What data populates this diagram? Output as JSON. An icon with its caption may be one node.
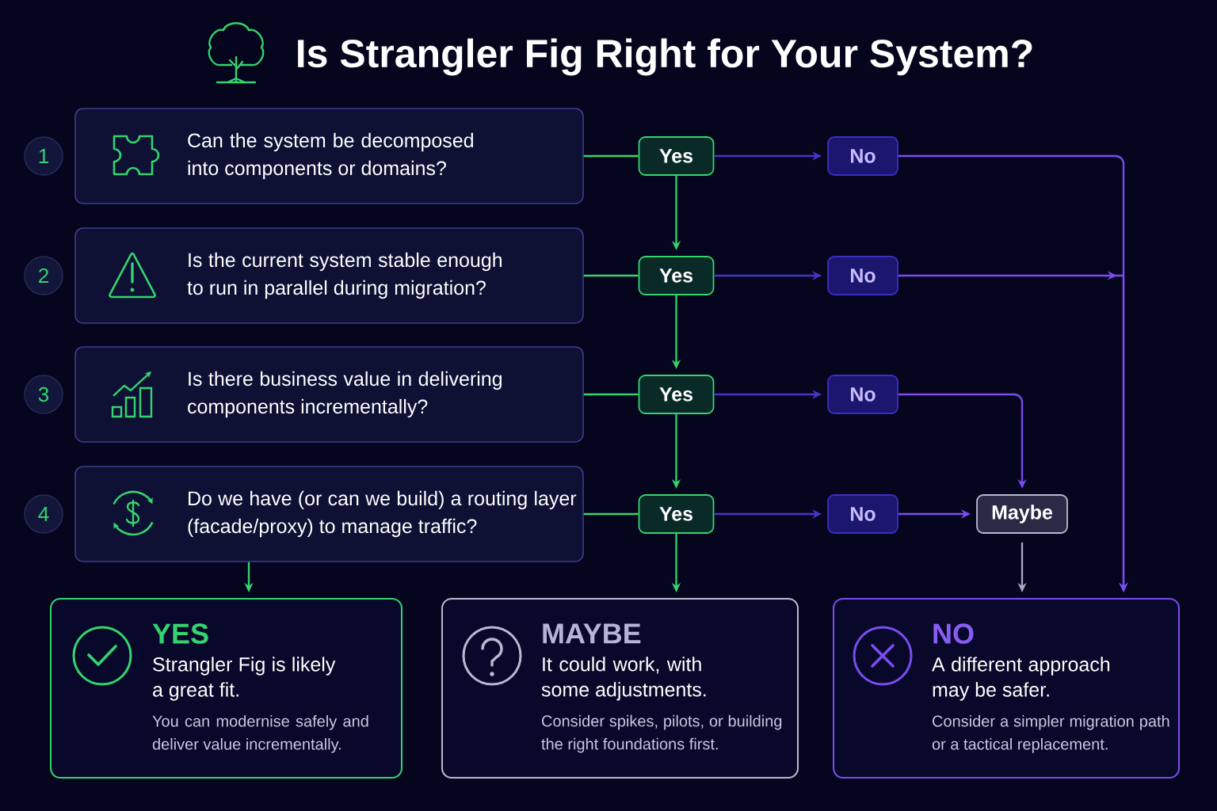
{
  "diagram": {
    "title": "Is Strangler Fig Right for Your System?",
    "nodes": [
      {
        "text": [
          "1"
        ]
      },
      {
        "text": [
          "Can the system be decomposed into components or domains?"
        ]
      },
      {
        "text": [
          "Yes"
        ]
      },
      {
        "text": [
          "No"
        ]
      },
      {
        "text": [
          "2"
        ]
      },
      {
        "text": [
          "Is the current system stable enough to run in parallel during migration?"
        ]
      },
      {
        "text": [
          "Yes"
        ]
      },
      {
        "text": [
          "No"
        ]
      },
      {
        "text": [
          "3"
        ]
      },
      {
        "text": [
          "Is there business value in delivering components incrementally?"
        ]
      },
      {
        "text": [
          "Yes"
        ]
      },
      {
        "text": [
          "No"
        ]
      },
      {
        "text": [
          "4"
        ]
      },
      {
        "text": [
          "Do we have (or can we build) a routing layer (facade/proxy) to manage traffic?"
        ]
      },
      {
        "text": [
          "Yes"
        ]
      },
      {
        "text": [
          "No"
        ]
      },
      {
        "text": [
          "Maybe"
        ]
      },
      {
        "text": [
          "YES",
          "Strangler Fig is likely a great fit.",
          "You can modernise safely and deliver value incrementally."
        ]
      },
      {
        "text": [
          "MAYBE",
          "It could work, with some adjustments.",
          "Consider spikes, pilots, or building the right foundations first."
        ]
      },
      {
        "text": [
          "NO",
          "A different approach may be safer.",
          "Consider a simpler migration path or a tactical replacement."
        ]
      }
    ],
    "edges": [
      {
        "from": 1,
        "to": 2,
        "arrow": "none"
      },
      {
        "from": 2,
        "to": 3,
        "arrow": "to",
        "color": "#4536c9"
      },
      {
        "from": 3,
        "to": 19,
        "arrow": "to",
        "color": "#7b4cf0"
      },
      {
        "from": 2,
        "to": 6,
        "arrow": "to"
      },
      {
        "from": 5,
        "to": 6,
        "arrow": "none"
      },
      {
        "from": 6,
        "to": 7,
        "arrow": "to",
        "color": "#4536c9"
      },
      {
        "from": 7,
        "to": 19,
        "arrow": "to",
        "color": "#7b4cf0"
      },
      {
        "from": 6,
        "to": 10,
        "arrow": "to"
      },
      {
        "from": 9,
        "to": 10,
        "arrow": "none"
      },
      {
        "from": 10,
        "to": 11,
        "arrow": "to",
        "color": "#4536c9"
      },
      {
        "from": 11,
        "to": 16,
        "arrow": "to",
        "color": "#7b4cf0"
      },
      {
        "from": 10,
        "to": 14,
        "arrow": "to"
      },
      {
        "from": 13,
        "to": 14,
        "arrow": "none"
      },
      {
        "from": 14,
        "to": 15,
        "arrow": "to",
        "color": "#4536c9"
      },
      {
        "from": 15,
        "to": 16,
        "arrow": "to",
        "color": "#7b4cf0"
      },
      {
        "from": 13,
        "to": 17,
        "arrow": "to"
      },
      {
        "from": 14,
        "to": 18,
        "arrow": "to"
      },
      {
        "from": 16,
        "to": 19,
        "arrow": "to",
        "color": "#a9a9c2"
      }
    ]
  }
}
